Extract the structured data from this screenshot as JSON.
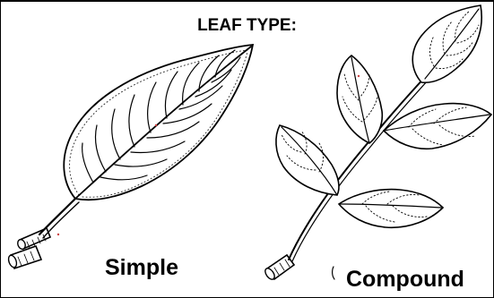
{
  "title": "LEAF TYPE:",
  "labels": {
    "simple": "Simple",
    "compound": "Compound"
  },
  "colors": {
    "ink": "#000000",
    "background": "#ffffff",
    "stipple": "#333333"
  },
  "icons": [
    "simple-leaf-illustration",
    "compound-leaf-illustration"
  ]
}
